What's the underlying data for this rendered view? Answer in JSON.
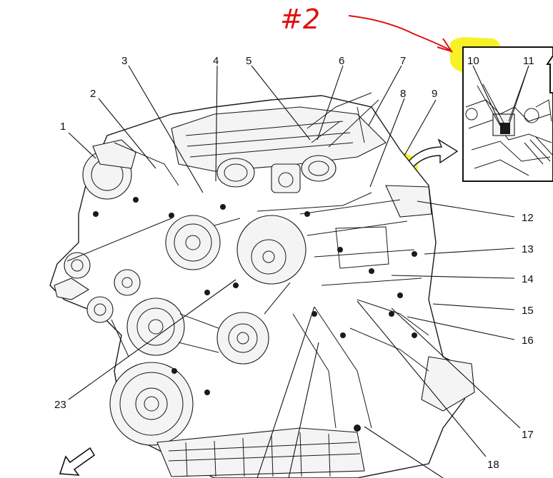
{
  "annotation": {
    "text": "#2",
    "color": "#e01010",
    "highlight_color": "#f5f000"
  },
  "callouts": [
    {
      "id": "1",
      "label": "1"
    },
    {
      "id": "2",
      "label": "2"
    },
    {
      "id": "3",
      "label": "3"
    },
    {
      "id": "4",
      "label": "4"
    },
    {
      "id": "5",
      "label": "5"
    },
    {
      "id": "6",
      "label": "6"
    },
    {
      "id": "7",
      "label": "7"
    },
    {
      "id": "8",
      "label": "8"
    },
    {
      "id": "9",
      "label": "9"
    },
    {
      "id": "10",
      "label": "10"
    },
    {
      "id": "11",
      "label": "11"
    },
    {
      "id": "12",
      "label": "12"
    },
    {
      "id": "13",
      "label": "13"
    },
    {
      "id": "14",
      "label": "14"
    },
    {
      "id": "15",
      "label": "15"
    },
    {
      "id": "16",
      "label": "16"
    },
    {
      "id": "17",
      "label": "17"
    },
    {
      "id": "18",
      "label": "18"
    },
    {
      "id": "23",
      "label": "23"
    }
  ],
  "icons": {
    "front_arrow": "front-direction-arrow-icon",
    "inset_arrow": "inset-pointer-arrow-icon"
  }
}
